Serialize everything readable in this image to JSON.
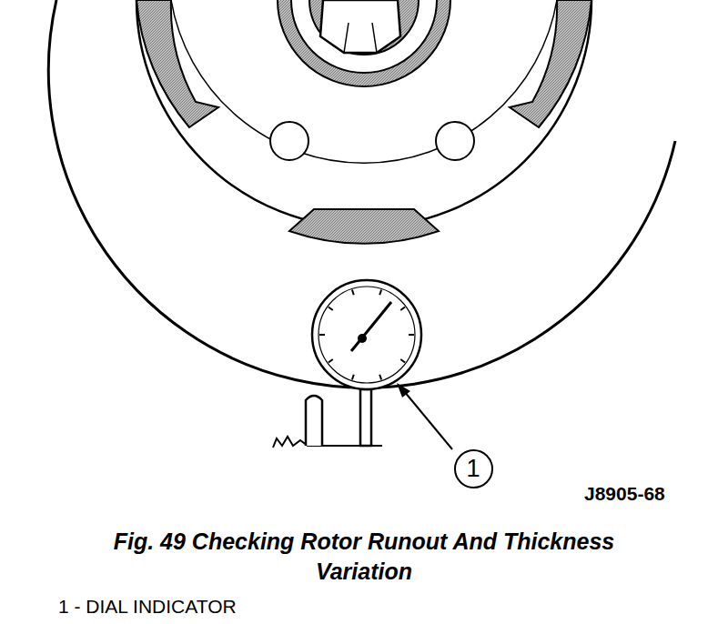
{
  "diagram": {
    "caption": "Fig. 49 Checking Rotor Runout And Thickness Variation",
    "nodes": [
      {
        "text": [
          "1"
        ]
      }
    ],
    "labels": [
      "J8905-68",
      "1 - DIAL INDICATOR"
    ]
  }
}
